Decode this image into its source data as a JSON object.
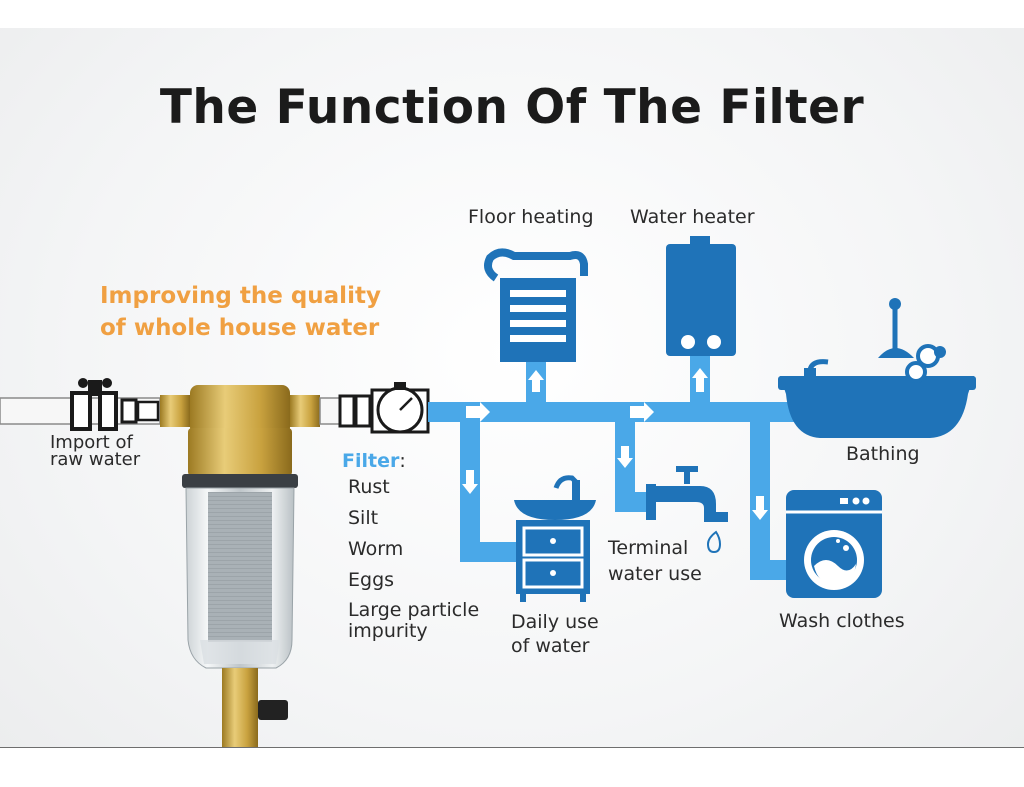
{
  "title": "The Function Of The Filter",
  "slogan": {
    "line1": "Improving the quality",
    "line2": "of whole house water"
  },
  "inlet": {
    "line1": "Import of",
    "line2": "raw water"
  },
  "filter": {
    "heading": "Filter",
    "colon": ":",
    "items": [
      "Rust",
      "Silt",
      "Worm",
      "Eggs"
    ],
    "last_item_line1": "Large particle",
    "last_item_line2": "impurity"
  },
  "outputs": {
    "floor_heating": "Floor heating",
    "water_heater": "Water heater",
    "bathing": "Bathing",
    "terminal_line1": "Terminal",
    "terminal_line2": "water use",
    "daily_line1": "Daily use",
    "daily_line2": "of water",
    "wash_clothes": "Wash clothes"
  },
  "colors": {
    "pipe": "#4aa8e8",
    "icon": "#1f73b8",
    "accent": "#f0a042",
    "brass": "#c9a23f"
  }
}
